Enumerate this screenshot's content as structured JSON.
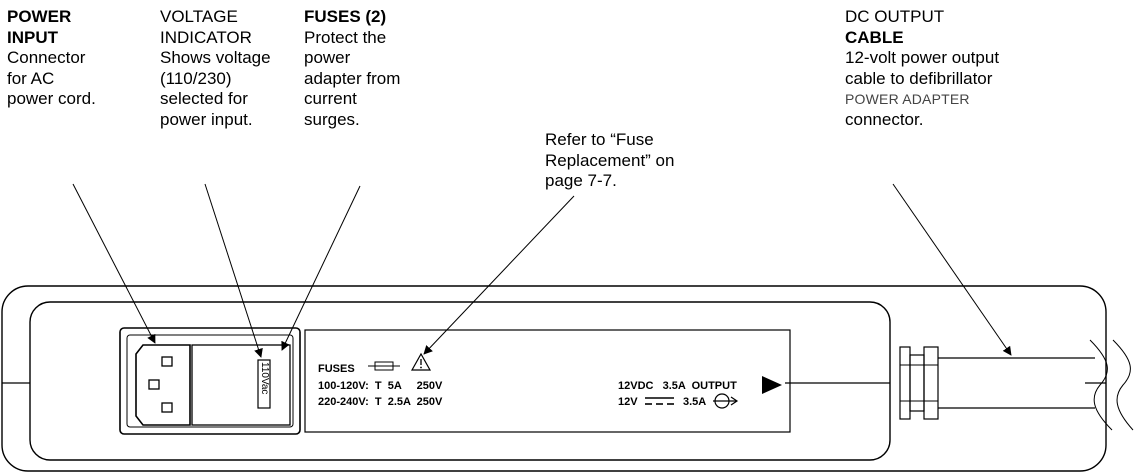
{
  "callouts": {
    "power_input": {
      "title_line1": "POWER",
      "title_line2": "INPUT",
      "desc": [
        "Connector",
        "for AC",
        "power cord."
      ]
    },
    "voltage_indicator": {
      "title_line1": "VOLTAGE",
      "title_line2": "INDICATOR",
      "desc": [
        "Shows voltage",
        "(110/230)",
        "selected for",
        "power input."
      ]
    },
    "fuses": {
      "title": "FUSES (2)",
      "desc": [
        "Protect the",
        "power",
        "adapter from",
        "current",
        "surges."
      ]
    },
    "refer": {
      "desc": [
        "Refer to “Fuse",
        "Replacement” on",
        "page 7-7."
      ]
    },
    "dc_output": {
      "title_line1": "DC OUTPUT",
      "title_line2": "CABLE",
      "desc": [
        "12-volt power output",
        "cable to defibrillator"
      ],
      "smallcaps": "POWER ADAPTER",
      "desc_end": "connector."
    }
  },
  "device": {
    "voltage_window": "110Vac",
    "fuses_label": "FUSES",
    "fuse_row1": "100-120V:  T  5A     250V",
    "fuse_row2": "220-240V:  T  2.5A  250V",
    "output_row1": "12VDC   3.5A  OUTPUT",
    "output_row2_a": "12V",
    "output_row2_b": "3.5A"
  }
}
